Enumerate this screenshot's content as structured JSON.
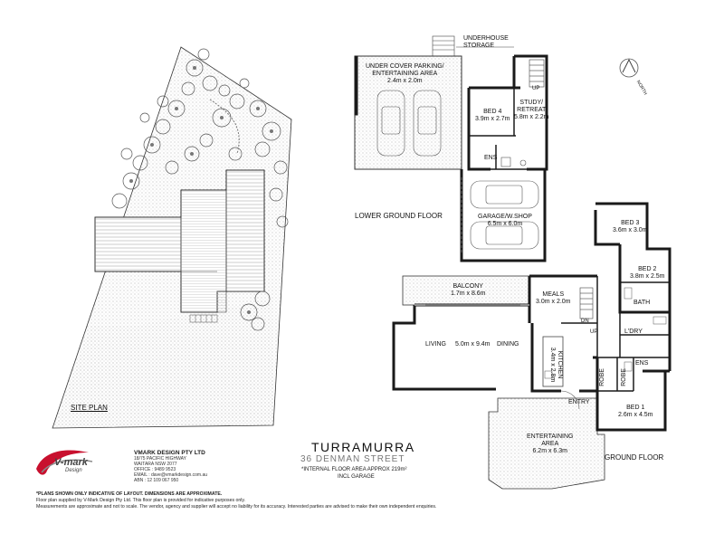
{
  "site_plan": {
    "label": "SITE PLAN"
  },
  "lower_ground": {
    "label": "LOWER GROUND FLOOR",
    "rooms": [
      {
        "id": "underhouse",
        "name": "UNDERHOUSE",
        "line2": "STORAGE"
      },
      {
        "id": "parking",
        "name": "UNDER COVER PARKING/",
        "line2": "ENTERTAINING AREA",
        "dims": "2.4m x 2.0m"
      },
      {
        "id": "bed4",
        "name": "BED 4",
        "dims": "3.9m x 2.7m"
      },
      {
        "id": "study",
        "name": "STUDY/",
        "line2": "RETREAT",
        "dims": "5.8m x 2.2m"
      },
      {
        "id": "ens_lg",
        "name": "ENS"
      },
      {
        "id": "garage",
        "name": "GARAGE/W.SHOP",
        "dims": "6.5m x 6.0m"
      }
    ],
    "stair_label": "UP"
  },
  "ground": {
    "label": "GROUND FLOOR",
    "rooms": [
      {
        "id": "bed3",
        "name": "BED 3",
        "dims": "3.6m x 3.0m"
      },
      {
        "id": "bed2",
        "name": "BED 2",
        "dims": "3.8m x 2.5m"
      },
      {
        "id": "balcony",
        "name": "BALCONY",
        "dims": "1.7m x 8.6m"
      },
      {
        "id": "meals",
        "name": "MEALS",
        "dims": "3.0m x 2.0m"
      },
      {
        "id": "bath",
        "name": "BATH"
      },
      {
        "id": "living",
        "name": "LIVING"
      },
      {
        "id": "living_dims",
        "name": "5.0m x 9.4m"
      },
      {
        "id": "dining",
        "name": "DINING"
      },
      {
        "id": "kitchen",
        "name": "KITCHEN",
        "dims": "3.4m x 2.8m"
      },
      {
        "id": "ldry",
        "name": "L'DRY"
      },
      {
        "id": "robe1",
        "name": "ROBE"
      },
      {
        "id": "robe2",
        "name": "ROBE"
      },
      {
        "id": "ens_g",
        "name": "ENS"
      },
      {
        "id": "entry",
        "name": "ENTRY"
      },
      {
        "id": "bed1",
        "name": "BED 1",
        "dims": "2.6m x 4.5m"
      },
      {
        "id": "entertaining",
        "name": "ENTERTAINING",
        "line2": "AREA",
        "dims": "6.2m x 6.3m"
      }
    ],
    "stair_dn": "DN",
    "stair_up": "UP"
  },
  "north": {
    "label": "NORTH"
  },
  "company": {
    "logo_name": "V-mark",
    "logo_sub": "Design",
    "name": "VMARK DESIGN PTY LTD",
    "address1": "18/75 PACIFIC HIGHWAY",
    "address2": "WAITARA NSW 2077",
    "office": "OFFICE : 9489 9523",
    "email": "EMAIL : dave@vmarkdesign.com.au",
    "abn": "ABN : 12 109 067 950"
  },
  "property": {
    "suburb": "TURRAMURRA",
    "street": "36 DENMAN STREET",
    "area_note": "*INTERNAL FLOOR AREA APPROX 219m²",
    "garage_note": "INCL GARAGE"
  },
  "disclaimer": {
    "line1": "*PLANS SHOWN ONLY INDICATIVE OF LAYOUT. DIMENSIONS ARE APPROXIMATE.",
    "line2": "Floor plan supplied by V-Mark Design Pty Ltd. This floor plan is provided for indicative purposes only.",
    "line3": "Measurements are approximate and not to scale. The vendor, agency and supplier will accept no liability for its accuracy. Interested parties are advised to make their own independent enquiries."
  },
  "colors": {
    "wall": "#1a1a1a",
    "dot_fill": "#c8c8c8",
    "logo_red": "#c8102e",
    "tree": "#555555"
  }
}
